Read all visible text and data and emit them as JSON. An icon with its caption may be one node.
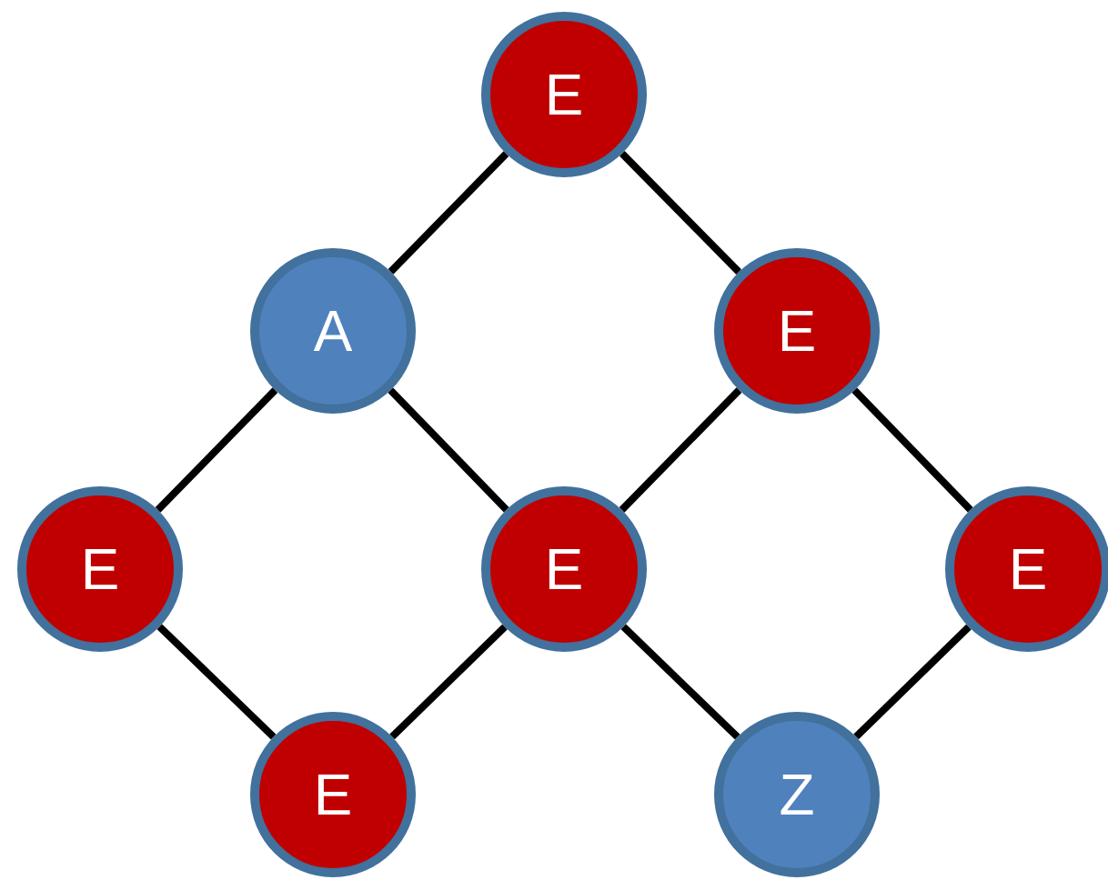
{
  "diagram": {
    "nodes": [
      {
        "text": [
          "E"
        ]
      },
      {
        "text": [
          "A"
        ]
      },
      {
        "text": [
          "E"
        ]
      },
      {
        "text": [
          "E"
        ]
      },
      {
        "text": [
          "E"
        ]
      },
      {
        "text": [
          "E"
        ]
      },
      {
        "text": [
          "E"
        ]
      },
      {
        "text": [
          "Z"
        ]
      }
    ],
    "edges": [
      {
        "from": 0,
        "to": 1,
        "arrow": "none"
      },
      {
        "from": 0,
        "to": 2,
        "arrow": "none"
      },
      {
        "from": 1,
        "to": 3,
        "arrow": "none"
      },
      {
        "from": 1,
        "to": 4,
        "arrow": "none"
      },
      {
        "from": 2,
        "to": 4,
        "arrow": "none"
      },
      {
        "from": 2,
        "to": 5,
        "arrow": "none"
      },
      {
        "from": 3,
        "to": 6,
        "arrow": "none"
      },
      {
        "from": 4,
        "to": 6,
        "arrow": "none"
      },
      {
        "from": 4,
        "to": 7,
        "arrow": "none"
      },
      {
        "from": 5,
        "to": 7,
        "arrow": "none"
      }
    ]
  }
}
